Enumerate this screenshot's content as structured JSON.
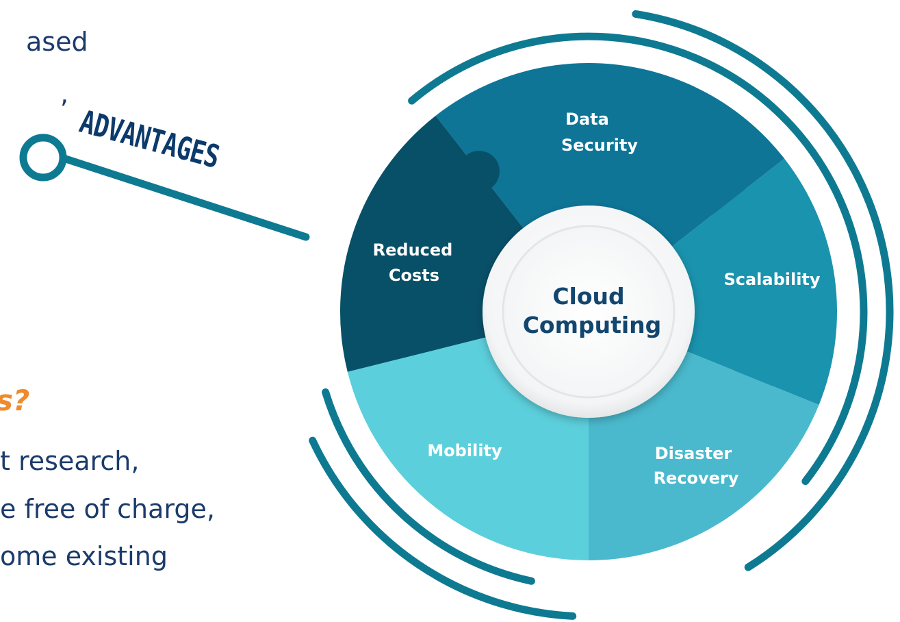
{
  "left_text": {
    "line1": "ased",
    "line2": ",",
    "question_fragment": "s?",
    "line4": "t research,",
    "line5": "e free of charge,",
    "line6": "ome existing"
  },
  "connector_label": "ADVANTAGES",
  "diagram": {
    "center_line1": "Cloud",
    "center_line2": "Computing",
    "segments": [
      {
        "line1": "Data",
        "line2": "Security",
        "color": "#0e7596"
      },
      {
        "line1": "Scalability",
        "line2": "",
        "color": "#1a93ae"
      },
      {
        "line1": "Disaster",
        "line2": "Recovery",
        "color": "#4ab9cd"
      },
      {
        "line1": "Mobility",
        "line2": "",
        "color": "#5ccfdc"
      },
      {
        "line1": "Reduced",
        "line2": "Costs",
        "color": "#085068"
      }
    ]
  },
  "colors": {
    "ring": "#0e7a92",
    "text_dark": "#1b3b6b",
    "accent_orange": "#f08a2c"
  }
}
